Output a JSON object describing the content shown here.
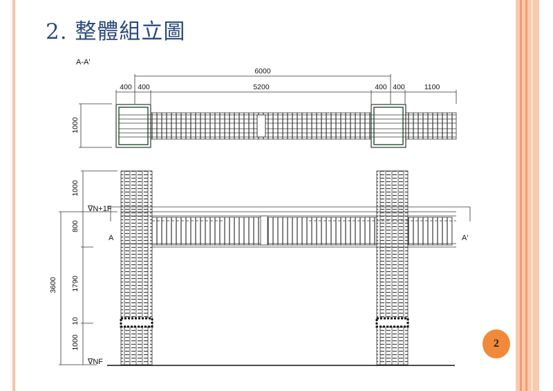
{
  "slide": {
    "title": "2. 整體組立圖",
    "page_number": "2",
    "accent_color": "#f08a3a",
    "border_color": "#f7c3a6"
  },
  "drawing": {
    "section_label": "A-A'",
    "plan_dims": {
      "total": "6000",
      "d1": "400",
      "d2": "400",
      "d3": "5200",
      "d4": "400",
      "d5": "400",
      "d6": "1100",
      "height": "1000"
    },
    "elev_dims": {
      "top": "1000",
      "beam": "800",
      "mid": "1790",
      "joint": "10",
      "bottom": "1000",
      "total": "3600"
    },
    "levels": {
      "upper": "∇N+1F",
      "ground": "∇NF"
    },
    "cut_left": "A",
    "cut_right": "A'"
  }
}
